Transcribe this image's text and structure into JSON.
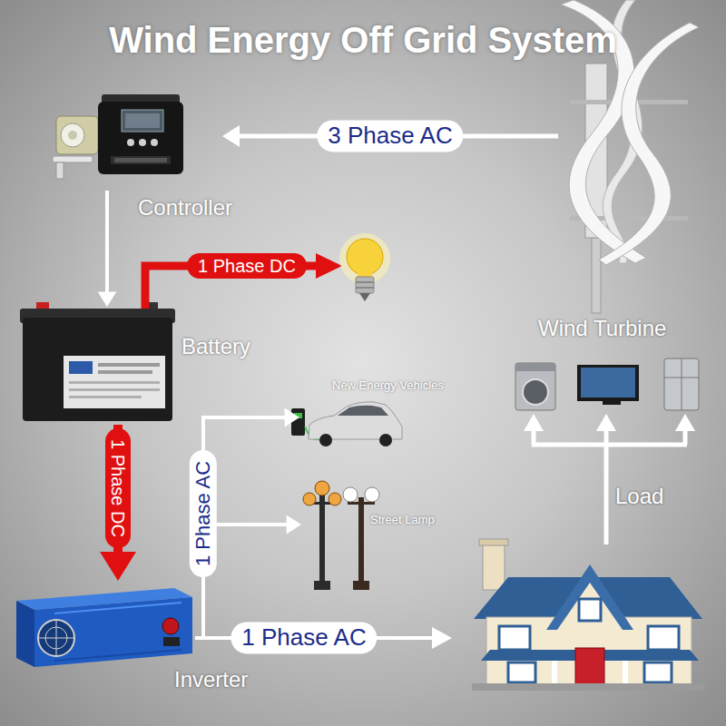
{
  "diagram": {
    "title": "Wind Energy Off Grid System",
    "nodes": [
      {
        "text": [
          "Controller"
        ]
      },
      {
        "text": [
          "Wind Turbine"
        ]
      },
      {
        "text": [
          "Battery"
        ]
      },
      {
        "text": [
          "New Energy Vehicles"
        ]
      },
      {
        "text": [
          "Street Lamp"
        ]
      },
      {
        "text": [
          "Inverter"
        ]
      }
    ],
    "edges": [
      {
        "from": 1,
        "to": 0,
        "label": "3 Phase AC",
        "arrow": "to"
      },
      {
        "from": 0,
        "to": 2,
        "arrow": "to"
      },
      {
        "from": 2,
        "to": 5,
        "label": "1 Phase DC",
        "arrow": "to"
      },
      {
        "from": 5,
        "to": 3,
        "label": "1 Phase AC",
        "arrow": "to"
      },
      {
        "from": 5,
        "to": 4,
        "arrow": "to"
      }
    ],
    "labels": [
      "1 Phase DC",
      "1 Phase AC",
      "Load"
    ]
  }
}
